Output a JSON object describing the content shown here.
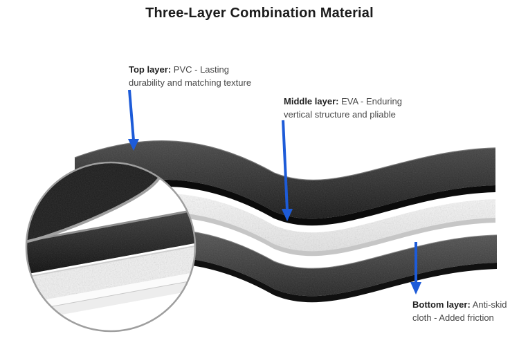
{
  "title": "Three-Layer Combination Material",
  "colors": {
    "accent": "#1d5bd8"
  },
  "annotations": {
    "top": {
      "bold": "Top layer:",
      "rest": " PVC - Lasting durability and matching texture"
    },
    "middle": {
      "bold": "Middle layer:",
      "rest": " EVA - Enduring vertical structure and pliable"
    },
    "bottom": {
      "bold": "Bottom layer:",
      "rest": " Anti-skid cloth - Added friction"
    }
  }
}
